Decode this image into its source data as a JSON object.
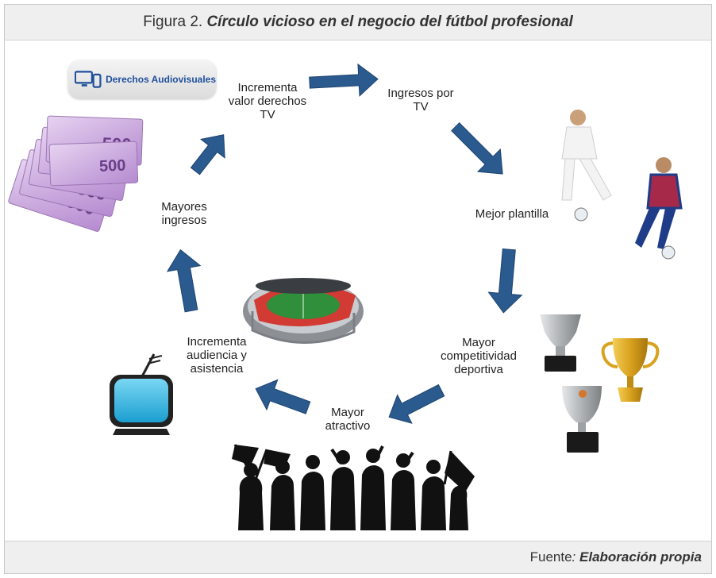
{
  "header": {
    "prefix": "Figura 2.",
    "title": "Círculo vicioso en el negocio del fútbol profesional"
  },
  "footer": {
    "prefix": "Fuente",
    "colon": ":",
    "source": "Elaboración propia"
  },
  "badge": {
    "label": "Derechos Audiovisuales"
  },
  "cycle_steps": [
    {
      "id": "valor",
      "lines": [
        "Incrementa",
        "valor derechos",
        "TV"
      ]
    },
    {
      "id": "ingresos_tv",
      "lines": [
        "Ingresos por",
        "TV"
      ]
    },
    {
      "id": "plantilla",
      "lines": [
        "Mejor plantilla"
      ]
    },
    {
      "id": "competitividad",
      "lines": [
        "Mayor",
        "competitividad",
        "deportiva"
      ]
    },
    {
      "id": "atractivo",
      "lines": [
        "Mayor",
        "atractivo"
      ]
    },
    {
      "id": "audiencia",
      "lines": [
        "Incrementa",
        "audiencia y",
        "asistencia"
      ]
    },
    {
      "id": "mayores",
      "lines": [
        "Mayores",
        "ingresos"
      ]
    }
  ],
  "banknotes": {
    "value": "500",
    "count": 6
  },
  "colors": {
    "arrow": "#2b5a8e",
    "arrow_light": "#3f74ad",
    "header_bg": "#efefef",
    "banknote": "#b58ad0",
    "tv_screen": "#2bb6e6",
    "gold": "#d9a21e",
    "silver": "#b9bcbf"
  },
  "icons": [
    "devices-icon",
    "tv-icon",
    "banknotes-icon",
    "stadium-icon",
    "trophy-icon",
    "players-icon",
    "crowd-icon"
  ]
}
